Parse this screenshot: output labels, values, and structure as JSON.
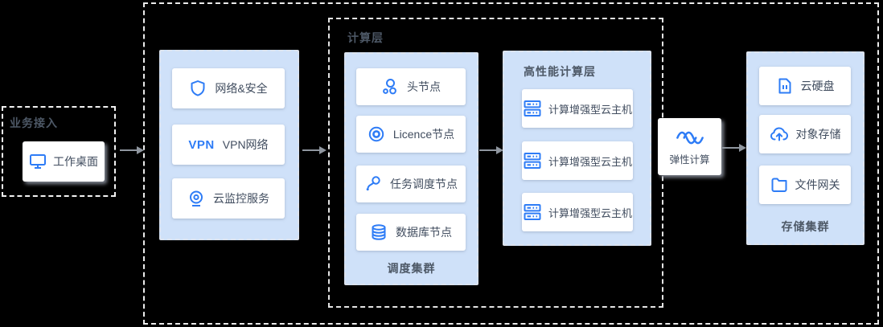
{
  "business_access": {
    "title": "业务接入",
    "card": "工作桌面"
  },
  "network": {
    "vpn_badge": "VPN",
    "cards": [
      "网络&安全",
      "VPN网络",
      "云监控服务"
    ]
  },
  "compute": {
    "title": "计算层",
    "scheduling": {
      "title": "调度集群",
      "cards": [
        "头节点",
        "Licence节点",
        "任务调度节点",
        "数据库节点"
      ]
    },
    "hpc": {
      "title": "高性能计算层",
      "cards": [
        "计算增强型云主机",
        "计算增强型云主机",
        "计算增强型云主机"
      ]
    }
  },
  "elastic": {
    "label": "弹性计算"
  },
  "storage": {
    "title": "存储集群",
    "cards": [
      "云硬盘",
      "对象存储",
      "文件网关"
    ]
  },
  "colors": {
    "accent_blue": "#2e7cf6",
    "panel_blue": "#cfe1f9",
    "card_text": "#414d5f",
    "label_gray": "#4d5866",
    "arrow_gray": "#8f969f",
    "background": "#000000"
  }
}
